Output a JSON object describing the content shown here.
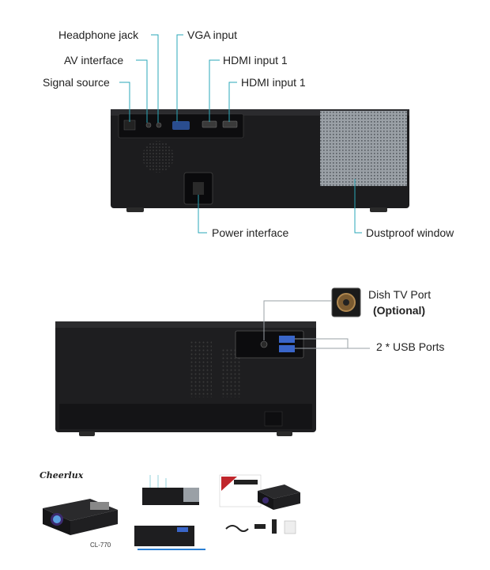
{
  "diagram1": {
    "labels": {
      "headphone_jack": "Headphone jack",
      "vga_input": "VGA input",
      "av_interface": "AV interface",
      "hdmi_input_1a": "HDMI input 1",
      "signal_source": "Signal source",
      "hdmi_input_1b": "HDMI input 1",
      "power_interface": "Power interface",
      "dustproof_window": "Dustproof window"
    }
  },
  "diagram2": {
    "labels": {
      "dish_tv_port": "Dish TV Port",
      "optional": "(Optional)",
      "usb_ports": "2 * USB Ports"
    }
  },
  "thumbnails": {
    "brand": "Cheerlux",
    "model": "CL-770"
  },
  "colors": {
    "leader_line": "#2aa7b8",
    "body_dark": "#1c1c1e",
    "panel_grey": "#9aa0a6"
  }
}
